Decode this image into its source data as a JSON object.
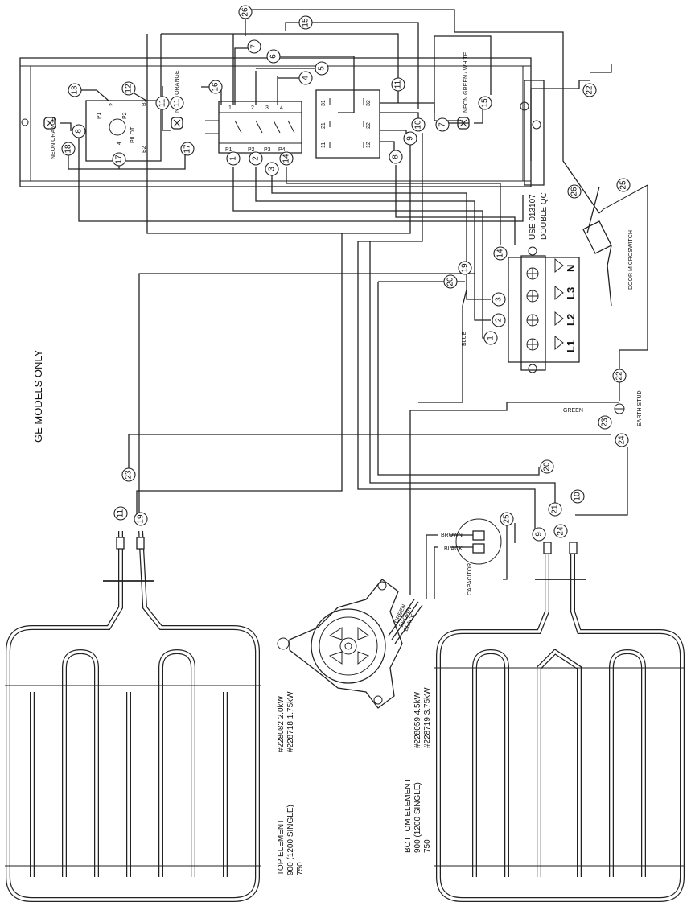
{
  "title": "GE MODELS ONLY",
  "components": {
    "neon_left": "NEON ORANGE",
    "neon_center": "NEON ORANGE",
    "neon_right": "NEON GREEN / WHITE",
    "pilot": {
      "p1": "P1",
      "p2": "P2",
      "b1": "B1",
      "b2": "B2",
      "label": "PILOT",
      "n2": "2",
      "n4": "4"
    },
    "switch_contacts": {
      "c1": "1",
      "c2": "2",
      "c3": "3",
      "c4": "4",
      "p1": "P1",
      "p2": "P2",
      "p3": "P3",
      "p4": "P4"
    },
    "relay_contacts": {
      "c31": "31",
      "c32": "32",
      "c21": "21",
      "c22": "22",
      "c11": "11",
      "c12": "12"
    },
    "terminal_note_1": "USE 013107",
    "terminal_note_2": "DOUBLE QC",
    "terminals": [
      "L1",
      "L2",
      "L3",
      "N"
    ],
    "door_switch": "DOOR MICROSWITCH",
    "earth_stud": "EARTH STUD",
    "wire_green": "GREEN",
    "wire_blue": "BLUE",
    "wire_brown": "BROWN",
    "wire_black": "BLACK",
    "capacitor": "CAPACITOR",
    "motor_leads": [
      "GREEN",
      "BROWN",
      "BLACK"
    ],
    "top_element": {
      "title": "TOP ELEMENT",
      "line2": "900 (1200 SINGLE)",
      "line3": "750",
      "part1": "#228082 2.0kW",
      "part2": "#228718 1.75kW"
    },
    "bottom_element": {
      "title": "BOTTOM ELEMENT",
      "line2": "900 (1200 SINGLE)",
      "line3": "750",
      "part1": "#228059 4.5kW",
      "part2": "#228719 3.75kW"
    }
  },
  "wire_numbers": {
    "w26a": "26",
    "w15": "15",
    "w7a": "7",
    "w6": "6",
    "w5": "5",
    "w4": "4",
    "w13": "13",
    "w12": "12",
    "w16": "16",
    "w11a": "11",
    "w11b": "11",
    "w15b": "15",
    "w7b": "7",
    "w10a": "10",
    "w22a": "22",
    "w8a": "8",
    "w18": "18",
    "w17a": "17",
    "w11c": "11",
    "w17b": "17",
    "w1a": "1",
    "w2a": "2",
    "w3a": "3",
    "w14a": "14",
    "w8b": "8",
    "w9a": "9",
    "w26b": "26",
    "w25a": "25",
    "w14b": "14",
    "w19a": "19",
    "w20a": "20",
    "w3b": "3",
    "w2b": "2",
    "w1b": "1",
    "w22b": "22",
    "w23a": "23",
    "w24a": "24",
    "w20b": "20",
    "w23b": "23",
    "w11d": "11",
    "w19b": "19",
    "w25b": "25",
    "w21": "21",
    "w10b": "10",
    "w9b": "9",
    "w24b": "24"
  }
}
